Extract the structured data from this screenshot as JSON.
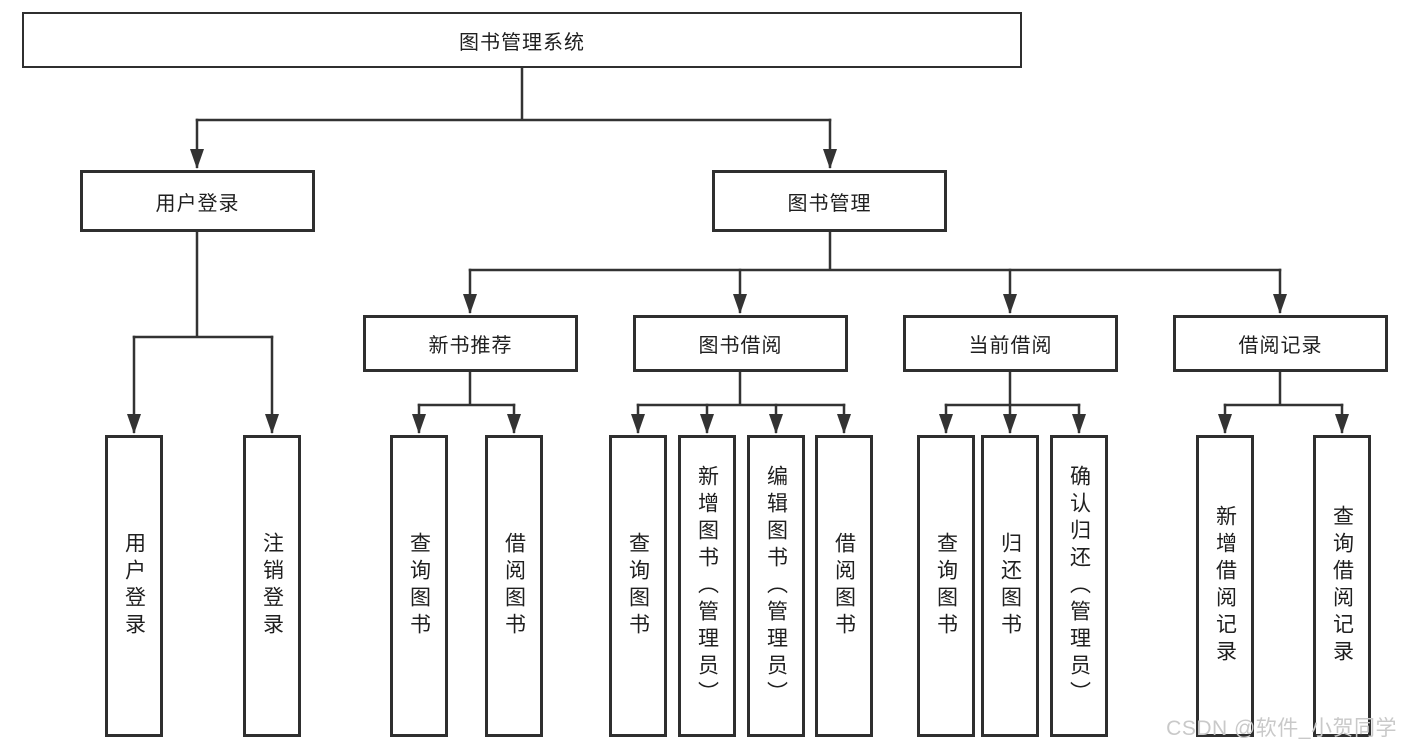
{
  "diagram": {
    "root": {
      "label": "图书管理系统"
    },
    "level1": [
      {
        "label": "用户登录",
        "leaves": [
          "用户登录",
          "注销登录"
        ]
      },
      {
        "label": "图书管理",
        "children": [
          {
            "label": "新书推荐",
            "leaves": [
              "查询图书",
              "借阅图书"
            ]
          },
          {
            "label": "图书借阅",
            "leaves": [
              "查询图书",
              "新增图书（管理员）",
              "编辑图书（管理员）",
              "借阅图书"
            ]
          },
          {
            "label": "当前借阅",
            "leaves": [
              "查询图书",
              "归还图书",
              "确认归还（管理员）"
            ]
          },
          {
            "label": "借阅记录",
            "leaves": [
              "新增借阅记录",
              "查询借阅记录"
            ]
          }
        ]
      }
    ]
  },
  "watermark": {
    "text": "CSDN @软件_小贺同学"
  },
  "colors": {
    "line": "#333333",
    "box_border": "#2f2f2f",
    "text": "#1f1f1f",
    "watermark": "#c9c9c9",
    "background": "#ffffff"
  }
}
